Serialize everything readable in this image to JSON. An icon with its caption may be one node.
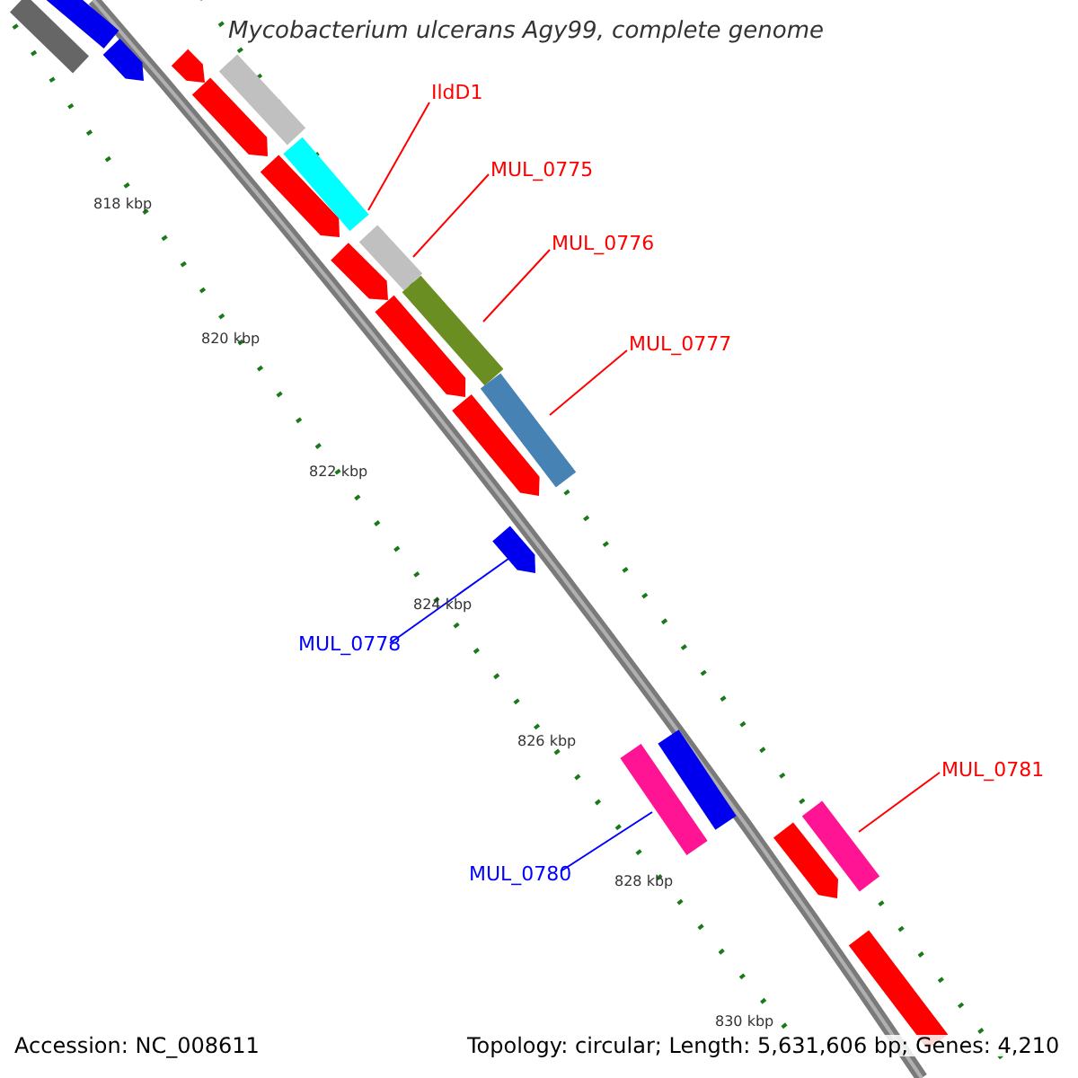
{
  "diagram": {
    "title": "Mycobacterium ulcerans Agy99, complete genome",
    "nodes": [
      {
        "text": [
          "IldD1"
        ]
      },
      {
        "text": [],
        "shape": "bar"
      },
      {
        "text": [
          "MUL_0775"
        ]
      },
      {
        "text": [],
        "shape": "bar"
      },
      {
        "text": [
          "MUL_0776"
        ]
      },
      {
        "text": [],
        "shape": "bar"
      },
      {
        "text": [
          "MUL_0777"
        ]
      },
      {
        "text": [],
        "shape": "bar"
      },
      {
        "text": [
          "MUL_0778"
        ]
      },
      {
        "text": [],
        "shape": "bar"
      },
      {
        "text": [
          "MUL_0780"
        ]
      },
      {
        "text": [],
        "shape": "bar"
      },
      {
        "text": [
          "MUL_0781"
        ]
      },
      {
        "text": [],
        "shape": "bar"
      }
    ],
    "edges": [
      {
        "from": 0,
        "to": 1,
        "arrow": "none"
      },
      {
        "from": 2,
        "to": 3,
        "arrow": "none"
      },
      {
        "from": 4,
        "to": 5,
        "arrow": "none"
      },
      {
        "from": 6,
        "to": 7,
        "arrow": "none"
      },
      {
        "from": 8,
        "to": 9,
        "arrow": "none",
        "color": "#0000ff"
      },
      {
        "from": 10,
        "to": 11,
        "arrow": "none",
        "color": "#0000ff"
      },
      {
        "from": 12,
        "to": 13,
        "arrow": "none"
      }
    ],
    "labels": [
      "818 kbp",
      "820 kbp",
      "822 kbp",
      "824 kbp",
      "826 kbp",
      "828 kbp",
      "830 kbp",
      "Accession: NC_008611",
      "Topology: circular; Length: 5,631,606 bp; Genes: 4,210"
    ]
  }
}
